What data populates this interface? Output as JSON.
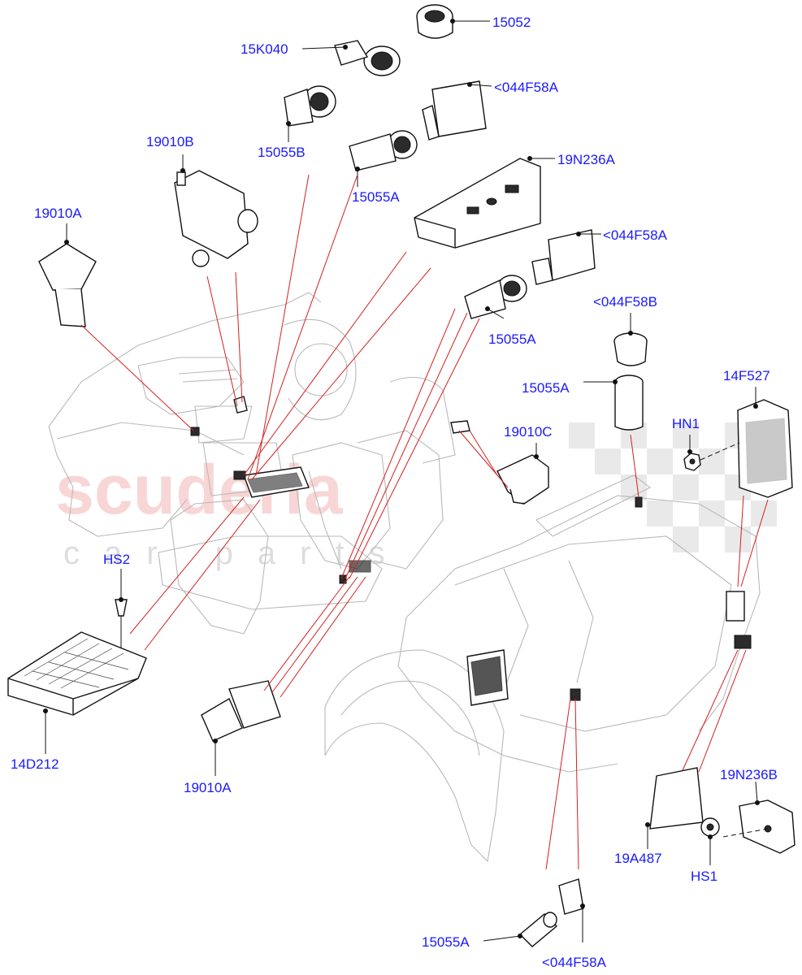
{
  "watermark": {
    "main": "scuderia",
    "sub": "car parts"
  },
  "callouts": {
    "c15052": "15052",
    "c15K040": "15K040",
    "c044F58A_1": "<044F58A",
    "c15055B": "15055B",
    "c19010B": "19010B",
    "c15055A_1": "15055A",
    "c19N236A": "19N236A",
    "c19010A_1": "19010A",
    "c044F58A_2": "<044F58A",
    "c044F58B": "<044F58B",
    "c15055A_2": "15055A",
    "c15055A_3": "15055A",
    "c14F527": "14F527",
    "c19010C": "19010C",
    "cHN1": "HN1",
    "cHS2": "HS2",
    "c14D212": "14D212",
    "c19010A_2": "19010A",
    "c19N236B": "19N236B",
    "c19A487": "19A487",
    "cHS1": "HS1",
    "c15055A_4": "15055A",
    "c044F58A_3": "<044F58A"
  },
  "colors": {
    "label": "#1a1aff",
    "leader": "#111111",
    "red_leader": "#d42020",
    "watermark": "#f3b5b5"
  }
}
